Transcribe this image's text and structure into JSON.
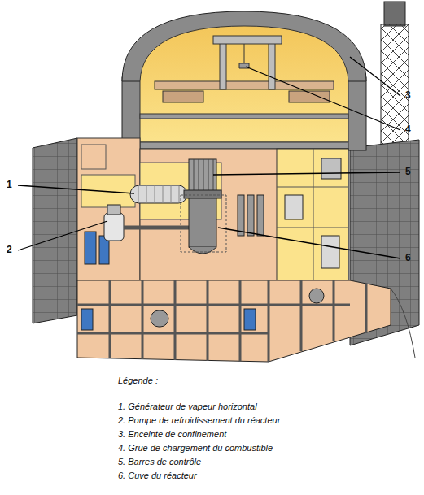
{
  "diagram": {
    "labels": [
      "1",
      "2",
      "3",
      "4",
      "5",
      "6",
      "Légende :",
      "1. Générateur de vapeur horizontal",
      "2. Pompe de refroidissement du réacteur",
      "3. Enceinte de confinement",
      "4. Grue de chargement du combustible",
      "5. Barres de contrôle",
      "6. Cuve du réacteur"
    ]
  }
}
